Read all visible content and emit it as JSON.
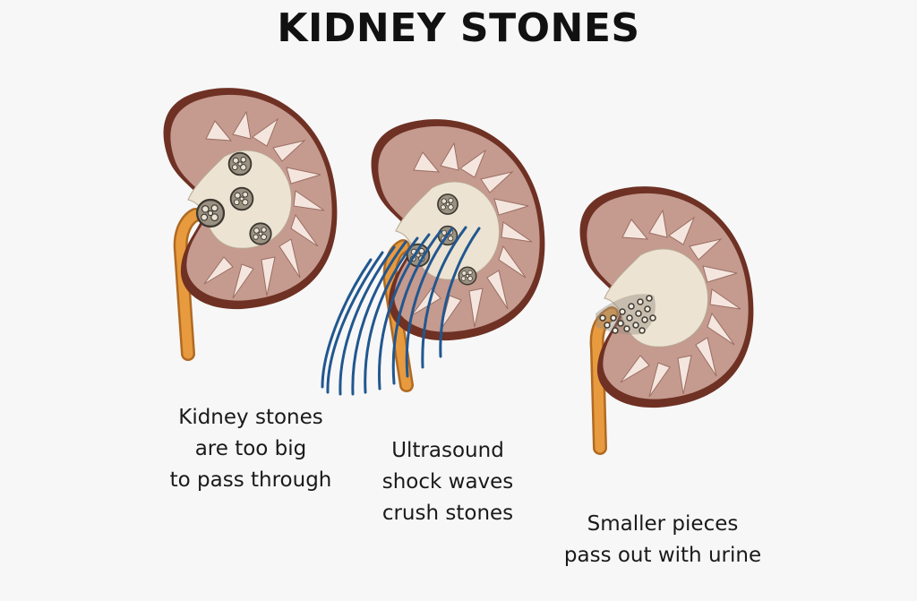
{
  "title": "KIDNEY STONES",
  "colors": {
    "kidney_outer": "#6e3124",
    "kidney_tissue": "#c59a8f",
    "kidney_inner": "#ece3d3",
    "ureter": "#e89a3e",
    "stone": "#8c8478",
    "waves": "#21578f"
  },
  "steps": [
    {
      "caption_lines": [
        "Kidney stones",
        "are too big",
        "to pass through"
      ]
    },
    {
      "caption_lines": [
        "Ultrasound",
        "shock waves",
        "crush stones"
      ]
    },
    {
      "caption_lines": [
        "Smaller pieces",
        "pass out with urine"
      ]
    }
  ]
}
